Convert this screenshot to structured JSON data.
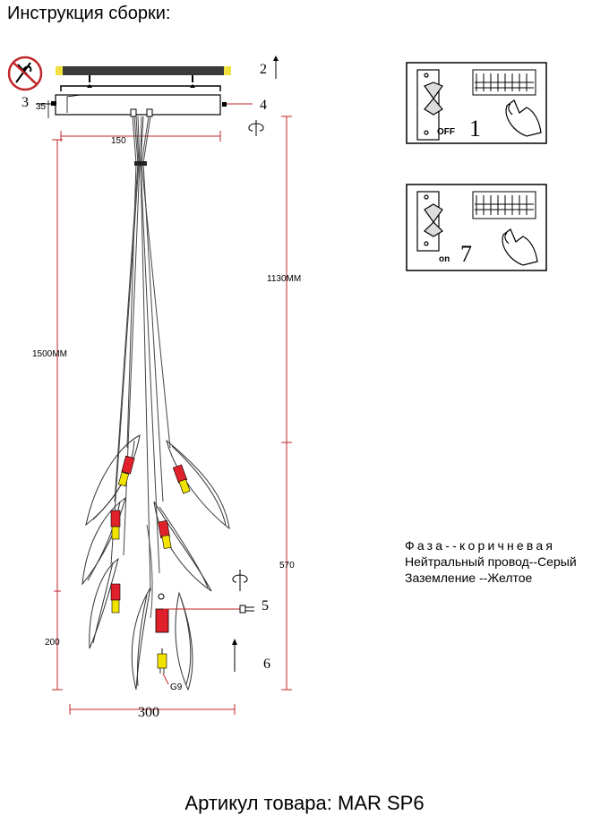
{
  "header": {
    "title": "Инструкция сборки:"
  },
  "dimensions": {
    "d35": "35",
    "d150": "150",
    "d1500": "1500MM",
    "d1130": "1130MM",
    "d570": "570",
    "d200": "200",
    "d300": "300",
    "g9": "G9"
  },
  "steps": {
    "s2": "2",
    "s3": "3",
    "s4": "4",
    "s5": "5",
    "s6": "6"
  },
  "panels": {
    "off": {
      "label": "OFF",
      "number": "1"
    },
    "on": {
      "label": "on",
      "number": "7"
    }
  },
  "legend": {
    "phase": "Фаза--коричневая",
    "neutral": "Нейтральный провод--Серый",
    "ground": "Заземление --Желтое"
  },
  "footer": {
    "article": "Артикул товара: MAR SP6"
  },
  "colors": {
    "dimension_line": "#c0262a",
    "lamp_red": "#e0202a",
    "lamp_yellow": "#f2e200"
  }
}
